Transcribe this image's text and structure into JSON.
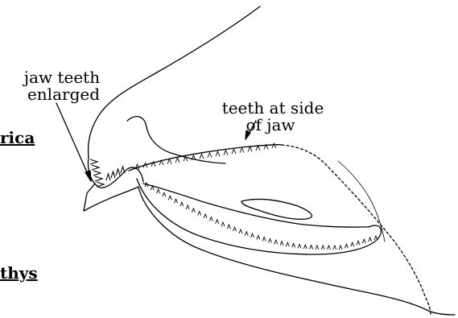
{
  "labels": {
    "jaw_teeth_line1": "jaw teeth",
    "jaw_teeth_line2": "enlarged",
    "side_teeth_line1": "teeth at side",
    "side_teeth_line2": "of jaw"
  },
  "cut_off_text": {
    "top": "rica",
    "bottom": "thys"
  },
  "colors": {
    "stroke": "#000000",
    "background": "#ffffff"
  }
}
